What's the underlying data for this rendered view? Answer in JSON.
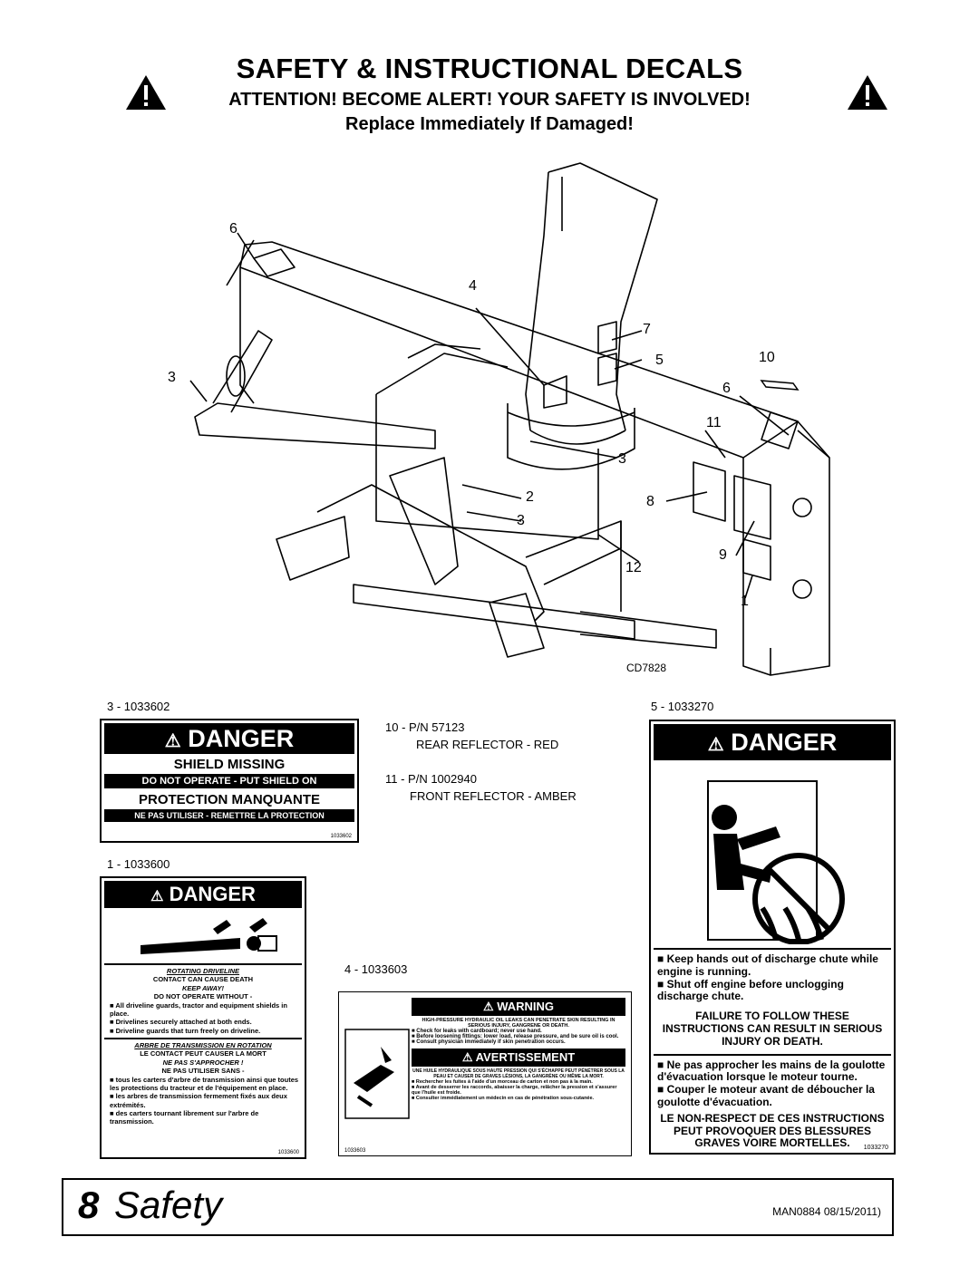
{
  "header": {
    "title": "SAFETY & INSTRUCTIONAL DECALS",
    "alert": "ATTENTION! BECOME ALERT! YOUR SAFETY IS INVOLVED!",
    "replace": "Replace Immediately If Damaged!"
  },
  "diagram": {
    "callouts": [
      "6",
      "4",
      "7",
      "5",
      "10",
      "6",
      "3",
      "11",
      "3",
      "2",
      "3",
      "8",
      "12",
      "9",
      "1"
    ],
    "drawing_id": "CD7828"
  },
  "decals": {
    "d3": {
      "caption": "3 - 1033602",
      "danger": "DANGER",
      "shield_missing": "SHIELD MISSING",
      "do_not_operate": "DO NOT OPERATE - PUT SHIELD ON",
      "protection": "PROTECTION MANQUANTE",
      "ne_pas": "NE PAS UTILISER - REMETTRE LA PROTECTION",
      "code": "1033602"
    },
    "reflectors": {
      "r10_line1": "10 - P/N 57123",
      "r10_line2": "REAR REFLECTOR - RED",
      "r11_line1": "11 - P/N 1002940",
      "r11_line2": "FRONT REFLECTOR - AMBER"
    },
    "d5": {
      "caption": "5 - 1033270",
      "danger": "DANGER",
      "en1": "Keep hands out of discharge chute while engine is running.",
      "en2": "Shut off engine before unclogging discharge chute.",
      "en_warn": "FAILURE TO FOLLOW THESE INSTRUCTIONS CAN RESULT IN SERIOUS INJURY OR DEATH.",
      "fr1": "Ne pas approcher les mains de la goulotte d'évacuation lorsque le moteur tourne.",
      "fr2": "Couper le moteur avant de déboucher la goulotte d'évacuation.",
      "fr_warn": "LE NON-RESPECT DE CES INSTRUCTIONS PEUT PROVOQUER DES BLESSURES GRAVES VOIRE MORTELLES.",
      "code": "1033270"
    },
    "d1": {
      "caption": "1 - 1033600",
      "danger": "DANGER",
      "rot": "ROTATING DRIVELINE",
      "contact": "CONTACT CAN CAUSE DEATH",
      "keep": "KEEP AWAY!",
      "dno": "DO NOT OPERATE WITHOUT -",
      "b1": "All driveline guards, tractor and equipment shields in place.",
      "b2": "Drivelines securely attached at both ends.",
      "b3": "Driveline guards that turn freely on driveline.",
      "fr_title": "ARBRE DE TRANSMISSION EN ROTATION",
      "fr_contact": "LE CONTACT PEUT CAUSER LA MORT",
      "fr_keep": "NE PAS S'APPROCHER !",
      "fr_dno": "NE PAS UTILISER SANS -",
      "fb1": "tous les carters d'arbre de transmission ainsi que toutes les protections du tracteur et de l'équipement en place.",
      "fb2": "les arbres de transmission fermement fixés aux deux extrémités.",
      "fb3": "des carters tournant librement sur l'arbre de transmission.",
      "code": "1033600"
    },
    "d4": {
      "caption": "4 - 1033603",
      "warning": "WARNING",
      "w1": "HIGH-PRESSURE HYDRAULIC OIL LEAKS CAN PENETRATE SKIN RESULTING IN SERIOUS INJURY, GANGRENE OR DEATH.",
      "w2": "Check for leaks with cardboard; never use hand.",
      "w3": "Before loosening fittings: lower load, release pressure, and be sure oil is cool.",
      "w4": "Consult physician immediately if skin penetration occurs.",
      "avert": "AVERTISSEMENT",
      "a1": "UNE HUILE HYDRAULIQUE SOUS HAUTE PRESSION QUI S'ÉCHAPPE PEUT PÉNÉTRER SOUS LA PEAU ET CAUSER DE GRAVES LÉSIONS, LA GANGRÈNE OU MÊME LA MORT.",
      "a2": "Rechercher les fuites à l'aide d'un morceau de carton et non pas à la main.",
      "a3": "Avant de desserrer les raccords, abaisser la charge, relâcher la pression et s'assurer que l'huile est froide.",
      "a4": "Consulter immédiatement un médecin en cas de pénétration sous-cutanée.",
      "code": "1033603"
    }
  },
  "footer": {
    "page_num": "8",
    "section": "Safety",
    "doc_id": "MAN0884 08/15/2011)"
  }
}
